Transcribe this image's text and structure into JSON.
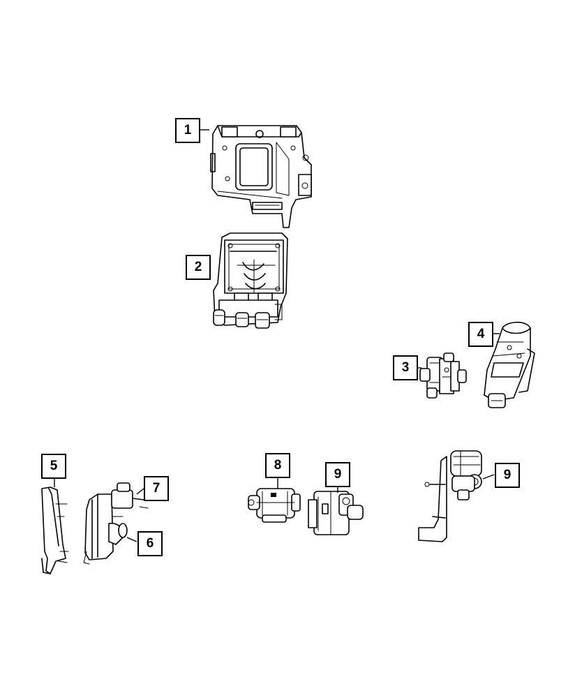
{
  "callouts": [
    {
      "number": "1"
    },
    {
      "number": "2"
    },
    {
      "number": "3"
    },
    {
      "number": "4"
    },
    {
      "number": "5"
    },
    {
      "number": "6"
    },
    {
      "number": "7"
    },
    {
      "number": "8"
    },
    {
      "number": "9"
    },
    {
      "number": "9"
    }
  ]
}
